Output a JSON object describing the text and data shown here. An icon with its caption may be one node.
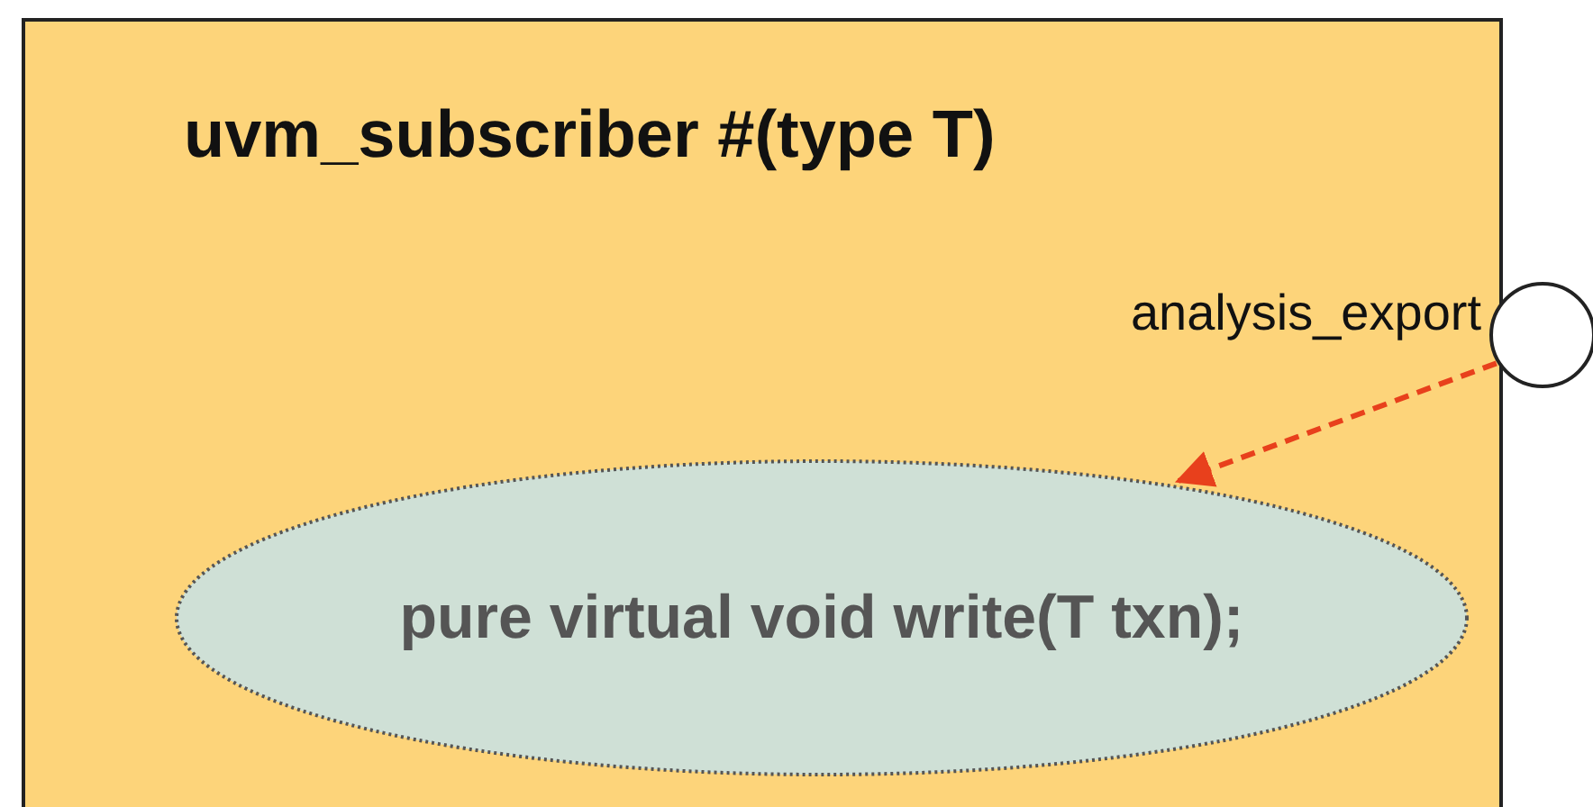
{
  "diagram": {
    "nodes": [
      {
        "text": [
          "uvm_subscriber #(type T)"
        ]
      },
      {
        "text": [],
        "shape": "circle",
        "beside": [
          "analysis_export"
        ]
      },
      {
        "text": [
          "pure virtual void write(T txn);"
        ],
        "in": 0
      }
    ],
    "edges": [
      {
        "from": 1,
        "to": 2,
        "arrow": "to",
        "style": "dashed",
        "color": "#e8401c"
      }
    ]
  }
}
